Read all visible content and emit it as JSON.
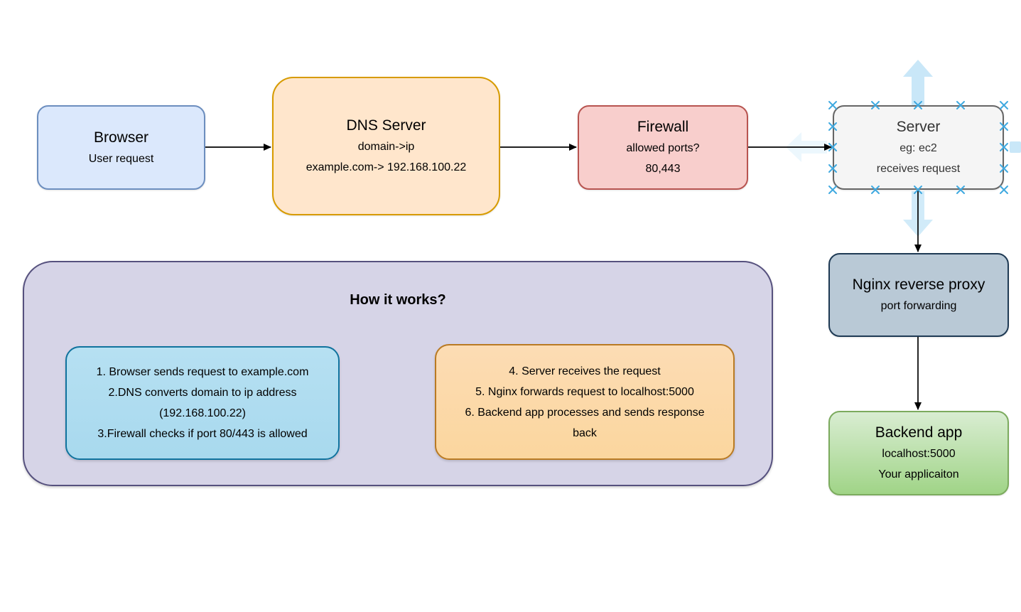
{
  "diagram": {
    "nodes": {
      "browser": {
        "title": "Browser",
        "lines": [
          "User request"
        ]
      },
      "dns": {
        "title": "DNS Server",
        "lines": [
          "domain->ip",
          "example.com-> 192.168.100.22"
        ]
      },
      "firewall": {
        "title": "Firewall",
        "lines": [
          "allowed ports?",
          "80,443"
        ]
      },
      "server": {
        "title": "Server",
        "lines": [
          "eg: ec2",
          "receives request"
        ]
      },
      "nginx": {
        "title": "Nginx reverse proxy",
        "lines": [
          "port forwarding"
        ]
      },
      "backend": {
        "title": "Backend app",
        "lines": [
          "localhost:5000",
          "Your applicaiton"
        ]
      }
    },
    "container": {
      "title": "How it works?",
      "steps_left": [
        "1. Browser sends request to example.com",
        "2.DNS converts domain to ip address",
        "(192.168.100.22)",
        "3.Firewall checks if port 80/443 is allowed"
      ],
      "steps_right": [
        "4. Server receives the request",
        "5. Nginx forwards request to localhost:5000",
        "6. Backend app processes and sends response",
        "back"
      ]
    },
    "editor_overlay": {
      "hovered_node": "server",
      "connection_point_icon": "x-cross",
      "direction_arrow_icons": [
        "up-arrow",
        "down-arrow",
        "left-arrow",
        "right-arrow"
      ]
    },
    "colors": {
      "canvas_background": "#ffffff",
      "browser_fill": "#dbe8fc",
      "browser_stroke": "#6c8ebf",
      "dns_fill": "#ffe6cc",
      "dns_stroke": "#d79b00",
      "firewall_fill": "#f8cecc",
      "firewall_stroke": "#b85450",
      "server_fill": "#f5f5f5",
      "server_stroke": "#666666",
      "nginx_fill": "#b9c9d6",
      "nginx_stroke": "#1f3a54",
      "backend_fill_top": "#d9edd2",
      "backend_fill_bottom": "#a0d487",
      "backend_stroke": "#7cab5e",
      "container_fill": "#d6d4e7",
      "container_stroke": "#56517e",
      "steps_left_fill": "#aedcf0",
      "steps_left_stroke": "#10739e",
      "steps_right_fill": "#fcd9a8",
      "steps_right_stroke": "#b97a23",
      "edge_color": "#000000",
      "hover_affordance_blue": "#c9e7f8",
      "connection_point_blue": "#3fa9e0"
    }
  }
}
